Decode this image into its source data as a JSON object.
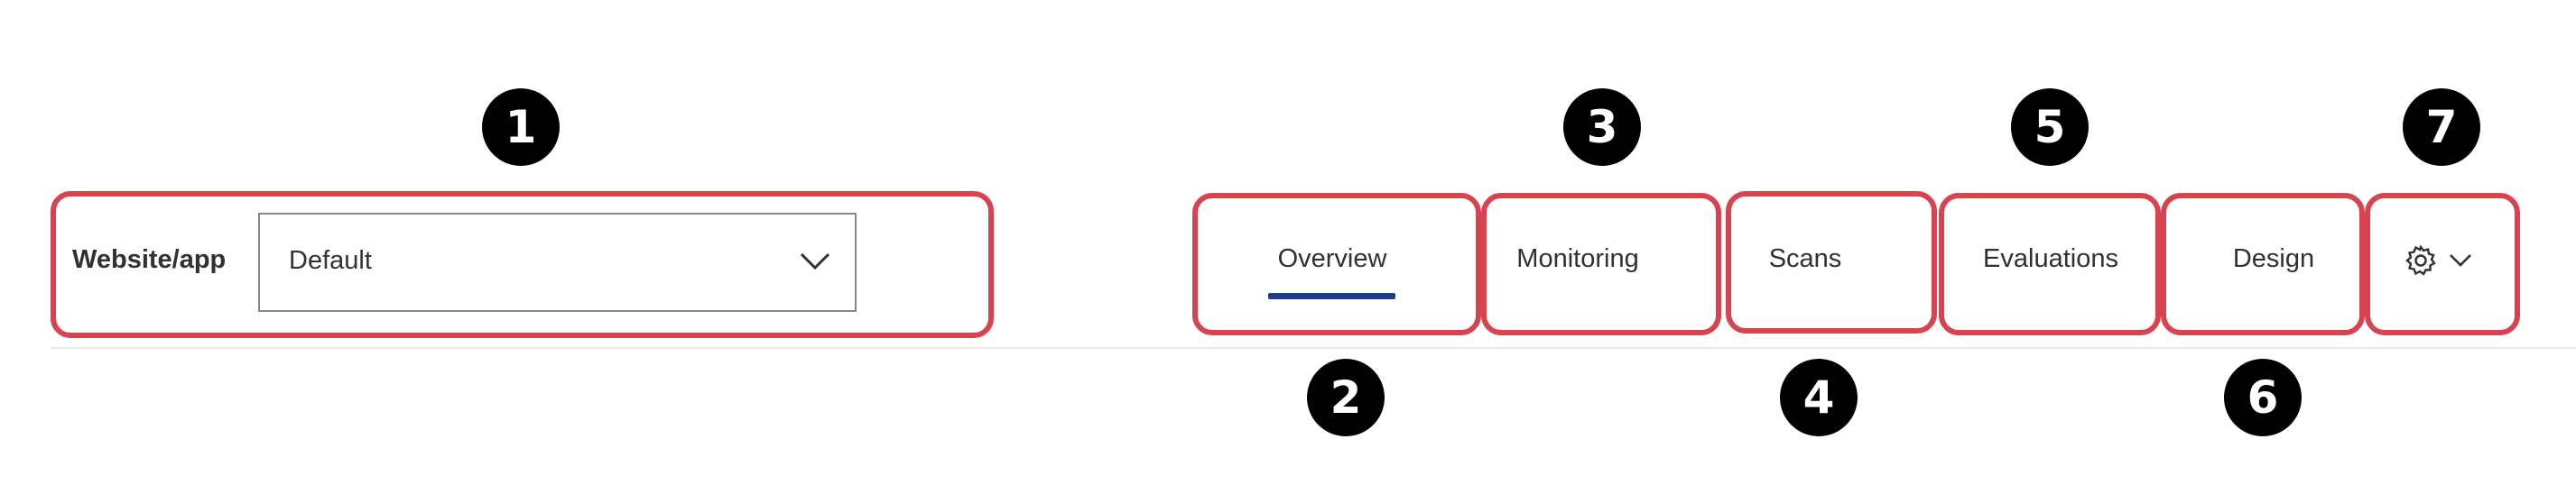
{
  "website_app": {
    "label": "Website/app",
    "selected": "Default"
  },
  "tabs": [
    {
      "label": "Overview",
      "active": true
    },
    {
      "label": "Monitoring",
      "active": false
    },
    {
      "label": "Scans",
      "active": false
    },
    {
      "label": "Evaluations",
      "active": false
    },
    {
      "label": "Design",
      "active": false
    }
  ],
  "settings": {
    "icon": "gear-icon",
    "dropdown_icon": "chevron-down-icon"
  },
  "callouts": [
    "1",
    "2",
    "3",
    "4",
    "5",
    "6",
    "7"
  ],
  "colors": {
    "highlight": "#d9434f",
    "active_underline": "#1f3b8c",
    "badge": "#000000",
    "text": "#323130"
  }
}
